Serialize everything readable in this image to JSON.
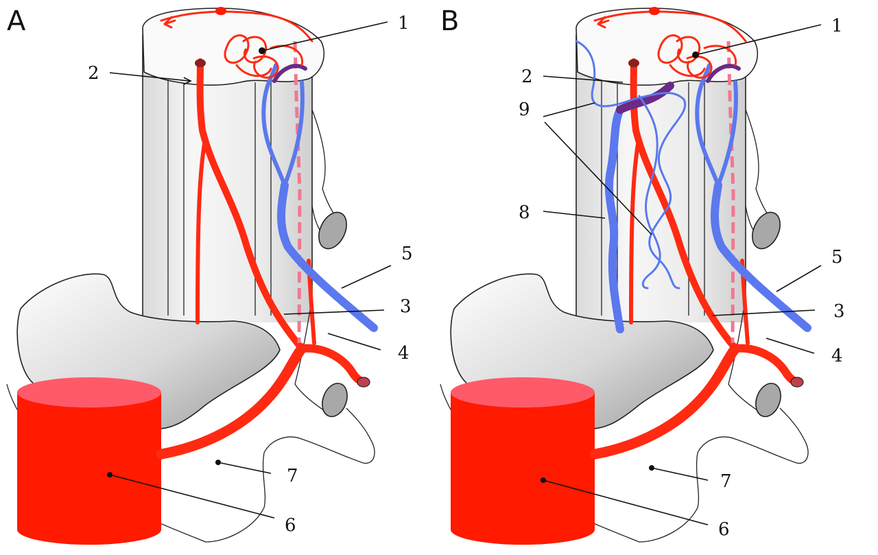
{
  "colors": {
    "artery": "#ff2a12",
    "artery_top": "#ff5a6a",
    "vein": "#5b78ee",
    "vein_dark": "#6a2a86",
    "dashed_vessel": "#f07890",
    "bone_light": "#f4f4f4",
    "bone_dark": "#a8a8a8"
  },
  "panels": [
    {
      "letter": "A",
      "callouts": [
        {
          "num": "1"
        },
        {
          "num": "2"
        },
        {
          "num": "3"
        },
        {
          "num": "4"
        },
        {
          "num": "5"
        },
        {
          "num": "6"
        },
        {
          "num": "7"
        }
      ]
    },
    {
      "letter": "B",
      "callouts": [
        {
          "num": "1"
        },
        {
          "num": "2"
        },
        {
          "num": "3"
        },
        {
          "num": "4"
        },
        {
          "num": "5"
        },
        {
          "num": "6"
        },
        {
          "num": "7"
        },
        {
          "num": "8"
        },
        {
          "num": "9"
        }
      ]
    }
  ]
}
